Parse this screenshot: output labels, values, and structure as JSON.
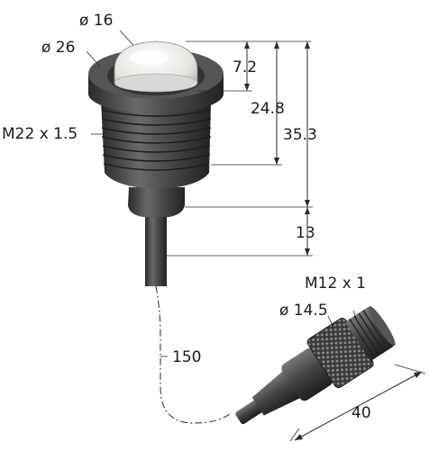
{
  "labels": {
    "lens_diameter": "ø 16",
    "bezel_diameter": "ø 26",
    "thread": "M22 x 1.5",
    "lens_height": "7.2",
    "body_height": "24.8",
    "total_height": "35.3",
    "strain_relief": "13",
    "cable_length": "150",
    "connector_thread": "M12 x 1",
    "connector_diameter": "ø 14.5",
    "connector_length": "40"
  },
  "colors": {
    "body": "#4a4a4a",
    "body_dark": "#2a2a2a",
    "body_light": "#7a7a7a",
    "lens": "#f2f2f0",
    "line": "#2b2b2b"
  }
}
